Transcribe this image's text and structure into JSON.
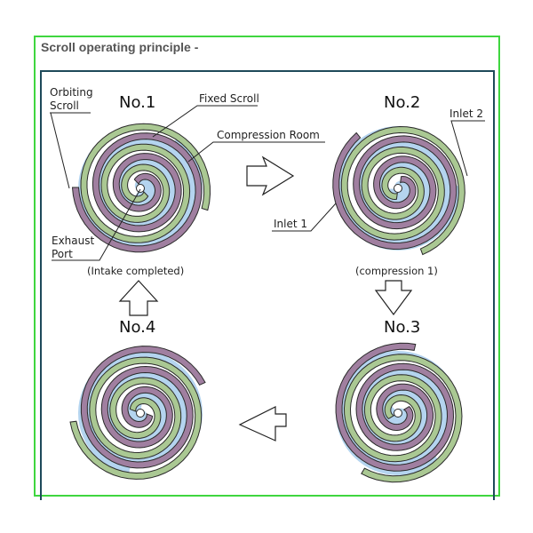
{
  "title": "Scroll operating principle -",
  "colors": {
    "orbiting_scroll": "#a07fa0",
    "fixed_scroll": "#aac893",
    "compression_room": "#b4d4ef",
    "outline": "#2a2a2a",
    "frame_outer": "#3fd63f",
    "frame_inner": "#1e4a5a"
  },
  "stages": [
    {
      "id": "No.1",
      "label": "No.1",
      "caption": "(Intake completed)"
    },
    {
      "id": "No.2",
      "label": "No.2",
      "caption": "(compression 1)"
    },
    {
      "id": "No.3",
      "label": "No.3",
      "caption": ""
    },
    {
      "id": "No.4",
      "label": "No.4",
      "caption": ""
    }
  ],
  "callouts": {
    "orbiting_scroll": [
      "Orbiting",
      "Scroll"
    ],
    "fixed_scroll": "Fixed Scroll",
    "compression_room": "Compression Room",
    "exhaust_port": [
      "Exhaust",
      "Port"
    ],
    "inlet_1": "Inlet 1",
    "inlet_2": "Inlet 2"
  },
  "flow": [
    "No.1",
    "No.2",
    "No.3",
    "No.4",
    "No.1"
  ]
}
